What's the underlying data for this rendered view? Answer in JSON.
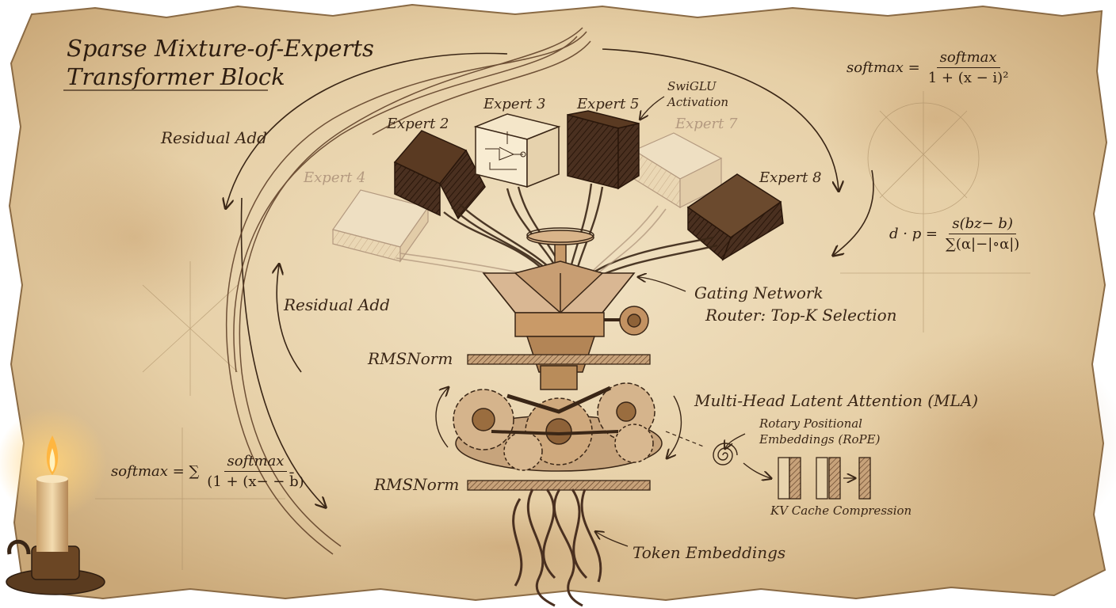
{
  "title": {
    "line1": "Sparse Mixture-of-Experts",
    "line2": "Transformer Block"
  },
  "labels": {
    "residual_add_top": "Residual Add",
    "residual_add_mid": "Residual Add",
    "swiglu_line1": "SwiGLU",
    "swiglu_line2": "Activation",
    "gating_line1": "Gating Network",
    "gating_line2": "Router: Top-K Selection",
    "rmsnorm_top": "RMSNorm",
    "rmsnorm_bottom": "RMSNorm",
    "mla": "Multi-Head Latent Attention (MLA)",
    "rope_line1": "Rotary Positional",
    "rope_line2": "Embeddings (RoPE)",
    "kv_cache": "KV Cache Compression",
    "token_embeddings": "Token Embeddings"
  },
  "experts": [
    {
      "label": "Expert 2",
      "state": "active"
    },
    {
      "label": "Expert 3",
      "state": "active"
    },
    {
      "label": "Expert 5",
      "state": "active"
    },
    {
      "label": "Expert 4",
      "state": "inactive"
    },
    {
      "label": "Expert 7",
      "state": "inactive"
    },
    {
      "label": "Expert 8",
      "state": "active"
    }
  ],
  "equations": {
    "top_right": {
      "lhs": "softmax =",
      "num": "softmax",
      "den": "1 + (x − i)²"
    },
    "middle_right": {
      "lhs": "d · p =",
      "num": "s(bz− b)",
      "den": "∑(α|−|∘α|)"
    },
    "left": {
      "lhs": "softmax = ∑",
      "num": "softmax",
      "den": "(1 + (x− − b̄)"
    }
  },
  "colors": {
    "parchment": "#e8d3ad",
    "ink": "#3a2616",
    "faded_ink": "#b49a80",
    "candle_flame": "#ffb640"
  }
}
